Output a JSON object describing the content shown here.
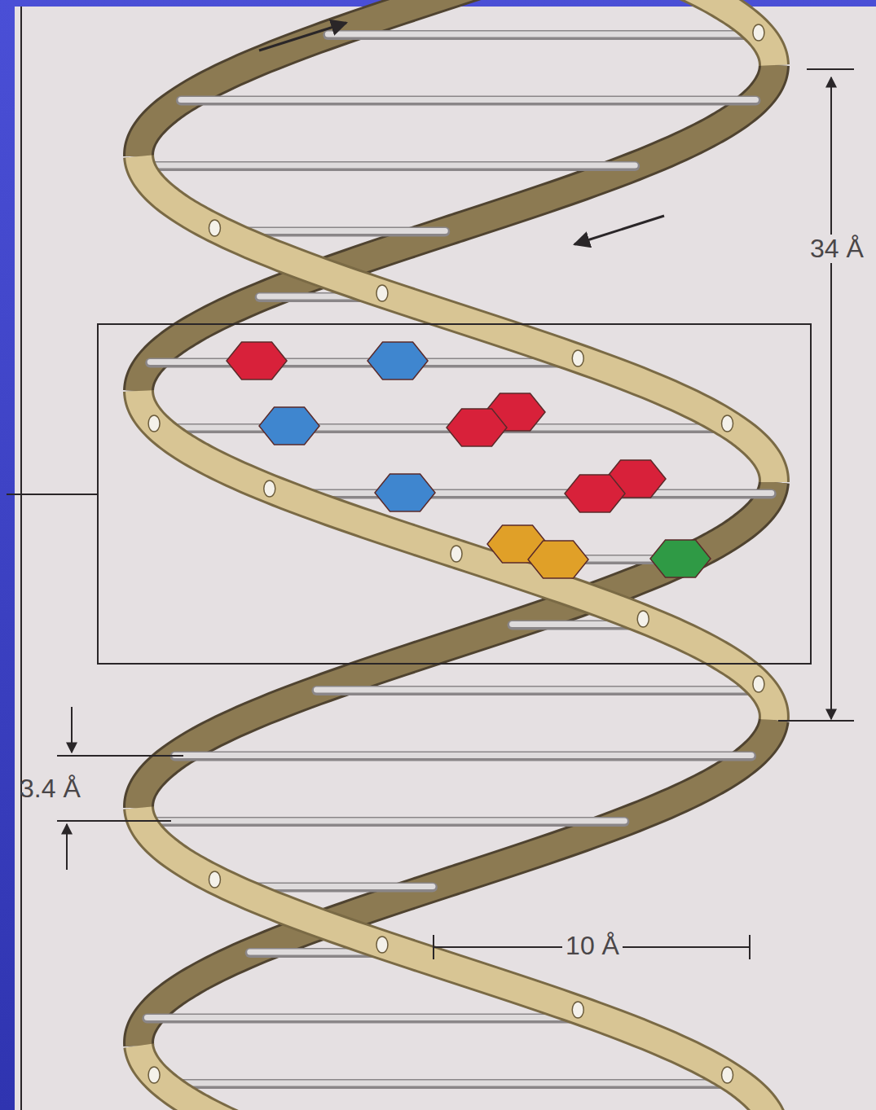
{
  "diagram": {
    "labels": [
      "34 Å",
      "3.4 Å",
      "10 Å"
    ]
  }
}
